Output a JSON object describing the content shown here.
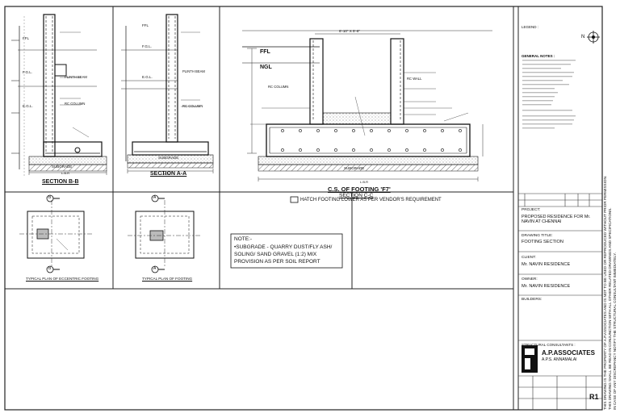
{
  "drawing": {
    "section_bb": "SECTION  B-B",
    "section_aa": "SECTION  A-A",
    "cs_title": "C.S. OF FOOTING 'F7'",
    "section_cc": "SECTION  C-C",
    "hatch_note": "HATCH FOOTING LOWER AS PER VENDOR'S REQUIREMENT",
    "plan_eccentric": "TYPICAL PLAN OF ECCENTRIC FOOTING",
    "plan_typical": "TYPICAL PLAN OF FOOTING",
    "labels": {
      "ffl": "FFL",
      "ngl": "NGL",
      "fgl": "F.G.L.",
      "egl": "E.G.L.",
      "subgrade": "SUBGRADE",
      "top_dim": "6'-10\" X 5'-6\"",
      "plinth_beam": "PLINTH BEAM",
      "rc_column": "RC COLUMN",
      "rc_wall": "RC WALL",
      "lbr": "L.B.R",
      "b_label": "B",
      "a_label": "A"
    }
  },
  "note": {
    "heading": "NOTE:-",
    "lines": [
      "•SUBGRADE - QUARRY DUST/FLY ASH/",
      "SOLING/ SAND GRAVEL (1:2) MIX",
      "PROVISION AS PER SOIL REPORT"
    ]
  },
  "title_block": {
    "legend": "LEGEND :",
    "north": "N",
    "general_notes": "GENERAL NOTES :",
    "project_label": "PROJECT:",
    "project_value": "PROPOSED RESIDENCE FOR Mr. NAVIN AT CHENNAI",
    "drawing_title_label": "DRAWING TITLE:",
    "drawing_title_value": "FOOTING SECTION",
    "client_label": "CLIENT:",
    "client_value": "Mr. NAVIN RESIDENCE",
    "owner_label": "OWNER:",
    "owner_value": "Mr. NAVIN RESIDENCE",
    "builders_label": "BUILDERS:",
    "consultants_label": "STRUCTURAL CONSULTANTS :",
    "firm_name": "A.P.ASSOCIATES",
    "firm_person": "A.P.S. ANNAMALAI",
    "revision": "R1"
  },
  "side_text": [
    "THIS DRAWING IS THE PROPERTY OF A.P.ASSOCIATES AND IS NOT TO BE USED OR REPRODUCED WITHOUT PRIOR PERMISSION.",
    "THIS DRAWING SHALL BE READ IN CONJUNCTION WITH ALL OTHER RELATED DRAWINGS AND SPECIFICATIONS.",
    "IN CASE OF ANY DISCREPANCY NOTIFY THE STRUCTURAL CONSULTANT IMMEDIATELY."
  ]
}
